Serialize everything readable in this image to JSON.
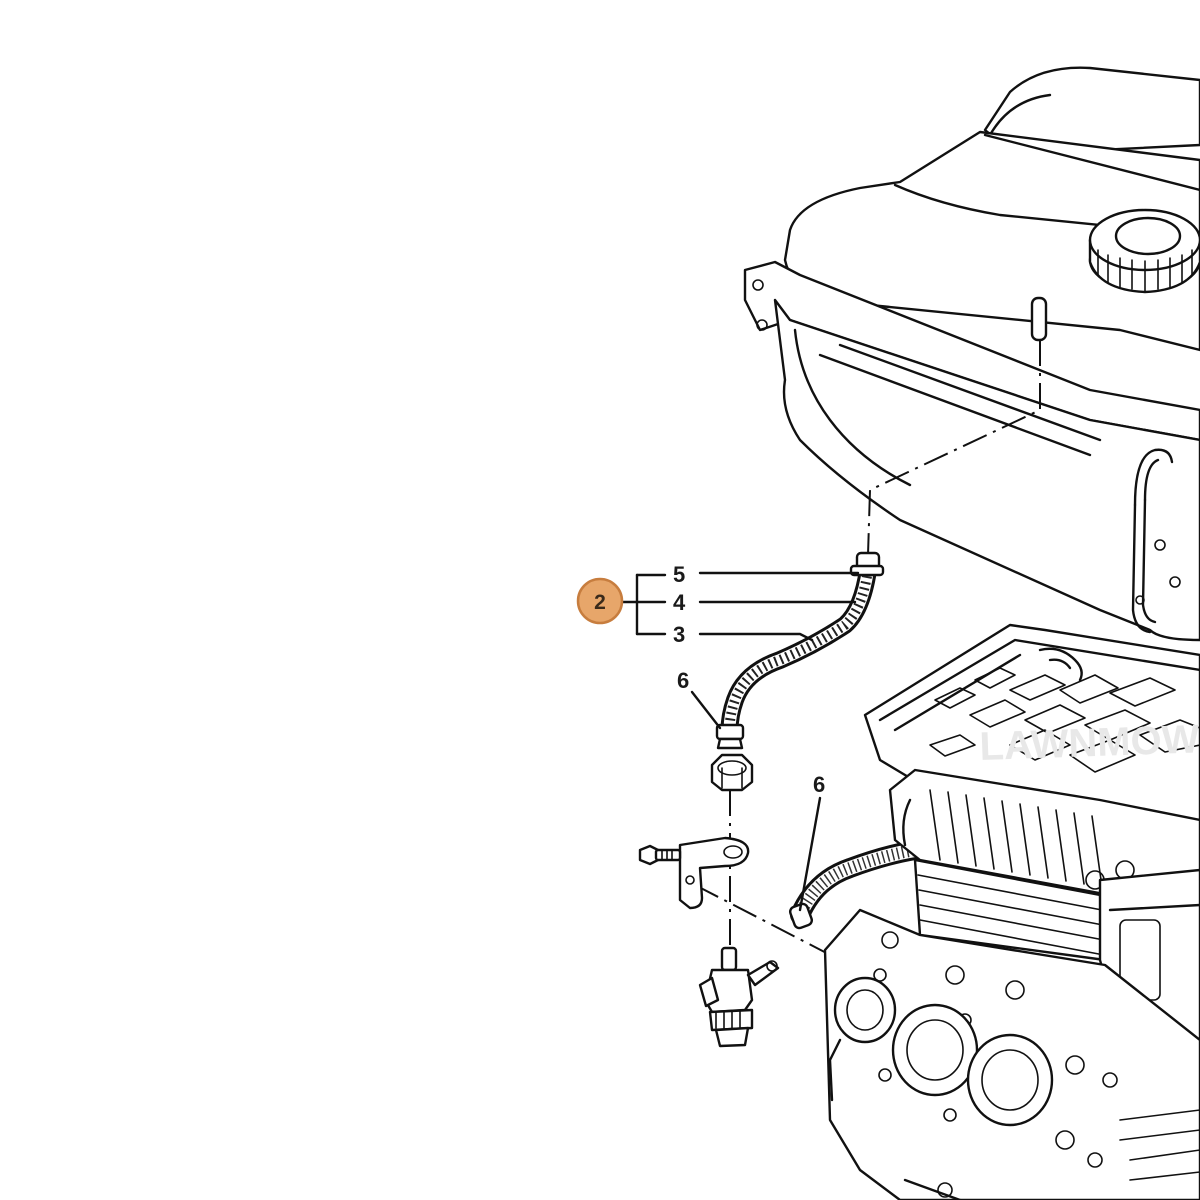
{
  "diagram": {
    "callout": {
      "label": "2",
      "color": "#e7a66a",
      "border": "#c77d3e"
    },
    "part_labels": {
      "p5": "5",
      "p4": "4",
      "p3": "3",
      "p6a": "6",
      "p6b": "6"
    },
    "watermark": "LAWNMOWER"
  }
}
